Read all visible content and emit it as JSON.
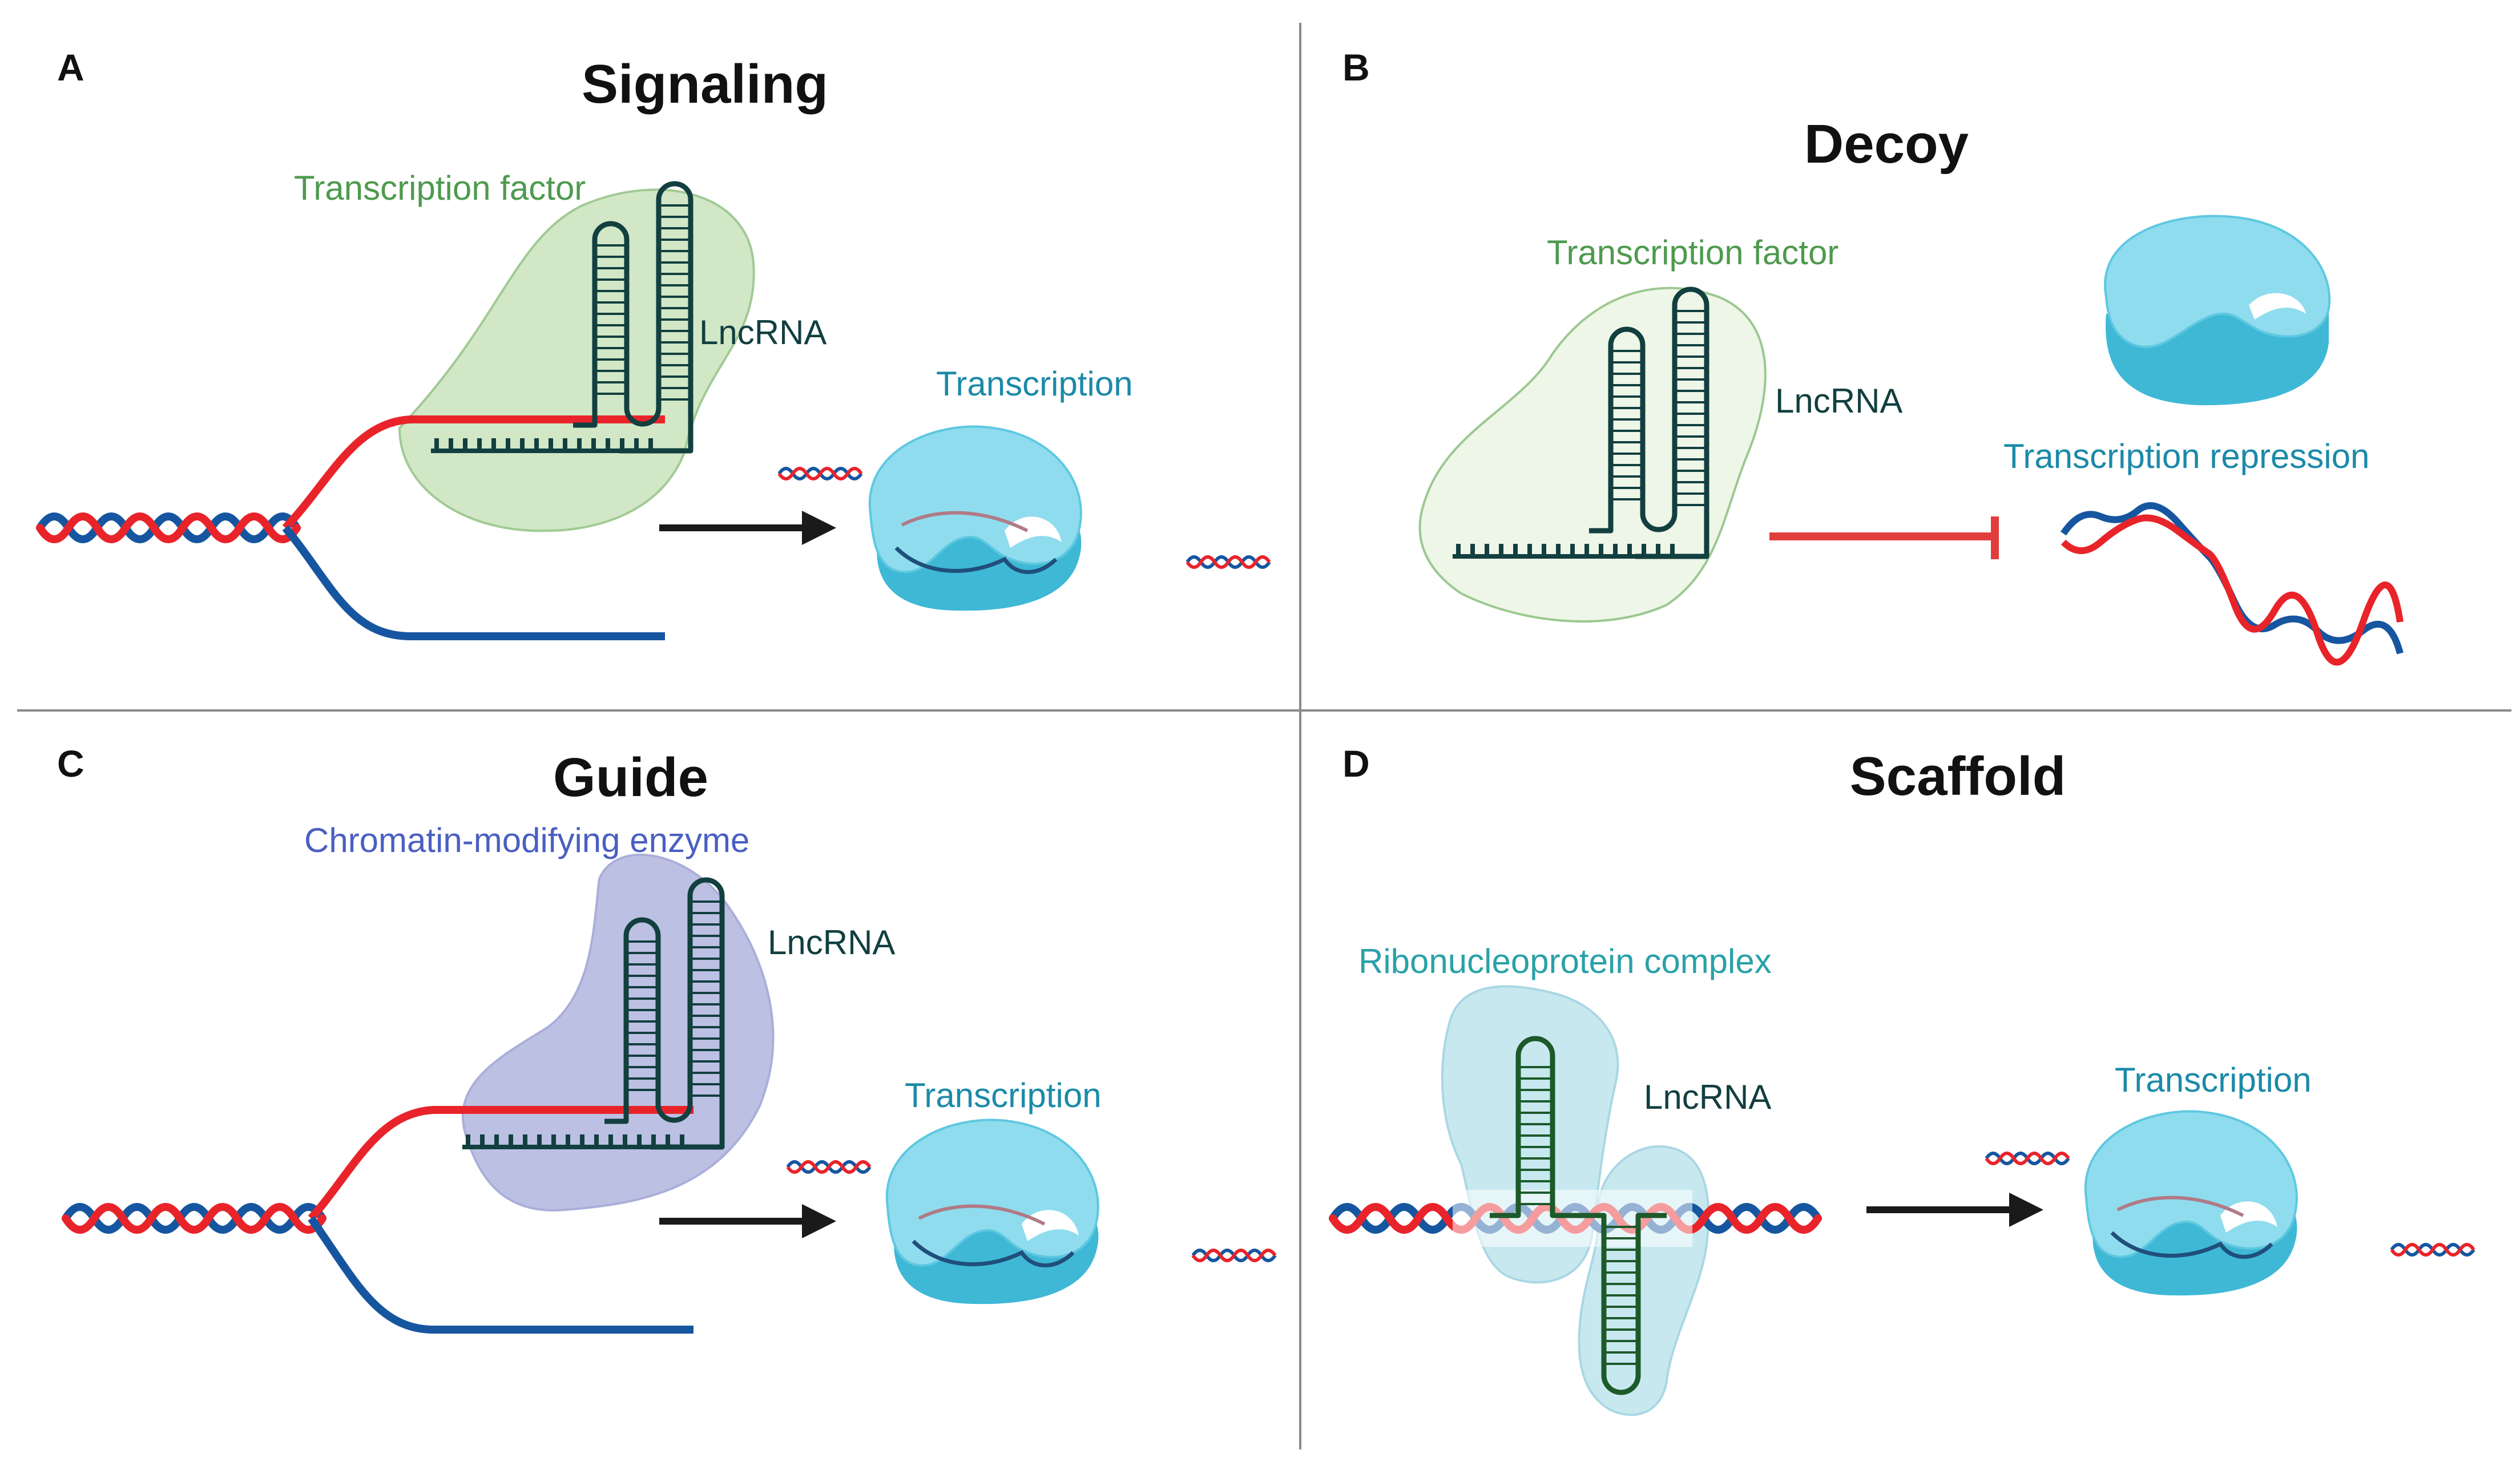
{
  "panels": [
    {
      "letter": "A",
      "title": "Signaling",
      "protein_label": "Transcription factor",
      "rna_label": "LncRNA",
      "result_label": "Transcription"
    },
    {
      "letter": "B",
      "title": "Decoy",
      "protein_label": "Transcription factor",
      "rna_label": "LncRNA",
      "result_label": "Transcription repression"
    },
    {
      "letter": "C",
      "title": "Guide",
      "protein_label": "Chromatin-modifying enzyme",
      "rna_label": "LncRNA",
      "result_label": "Transcription"
    },
    {
      "letter": "D",
      "title": "Scaffold",
      "protein_label": "Ribonucleoprotein complex",
      "rna_label": "LncRNA",
      "result_label": "Transcription"
    }
  ],
  "colors": {
    "dna_red": "#e8242a",
    "dna_blue": "#1656a0",
    "rna": "#123f3f",
    "rna_scaffold": "#1d5a2a",
    "tf_fill": "#cfe6c4",
    "enzyme_fill": "#b9bde2",
    "rnp_fill": "#bfe4ee",
    "polymerase": "#5ec8e0",
    "arrow": "#1a1a1a",
    "repression": "#e23d3d",
    "divider": "#8a8a8a"
  },
  "icons": [
    "dna-helix",
    "lncrna-hairpin",
    "rna-polymerase",
    "arrow-right",
    "inhibition-bar"
  ]
}
